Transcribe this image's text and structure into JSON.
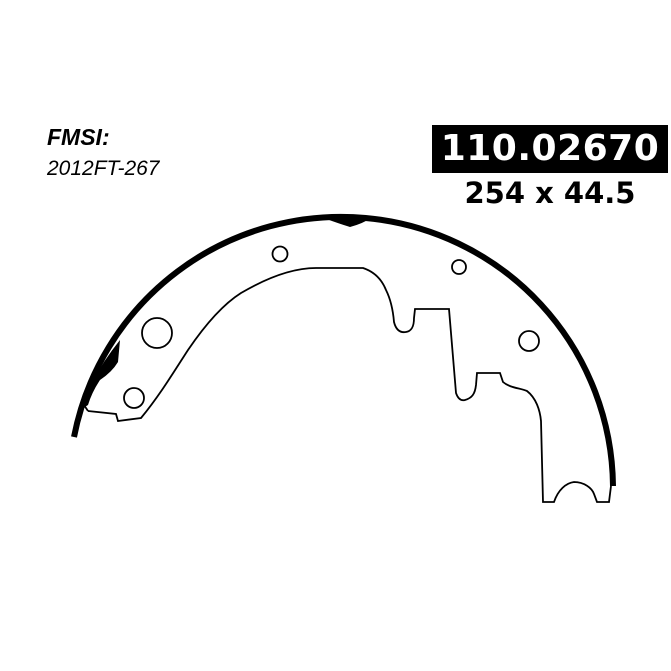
{
  "fmsi": {
    "label": "FMSI:",
    "code": "2012FT-267"
  },
  "part_number": "110.02670",
  "dimensions": "254 x 44.5",
  "colors": {
    "ink": "#000000",
    "background": "#ffffff"
  },
  "drawing": {
    "subject": "brake-shoe"
  }
}
